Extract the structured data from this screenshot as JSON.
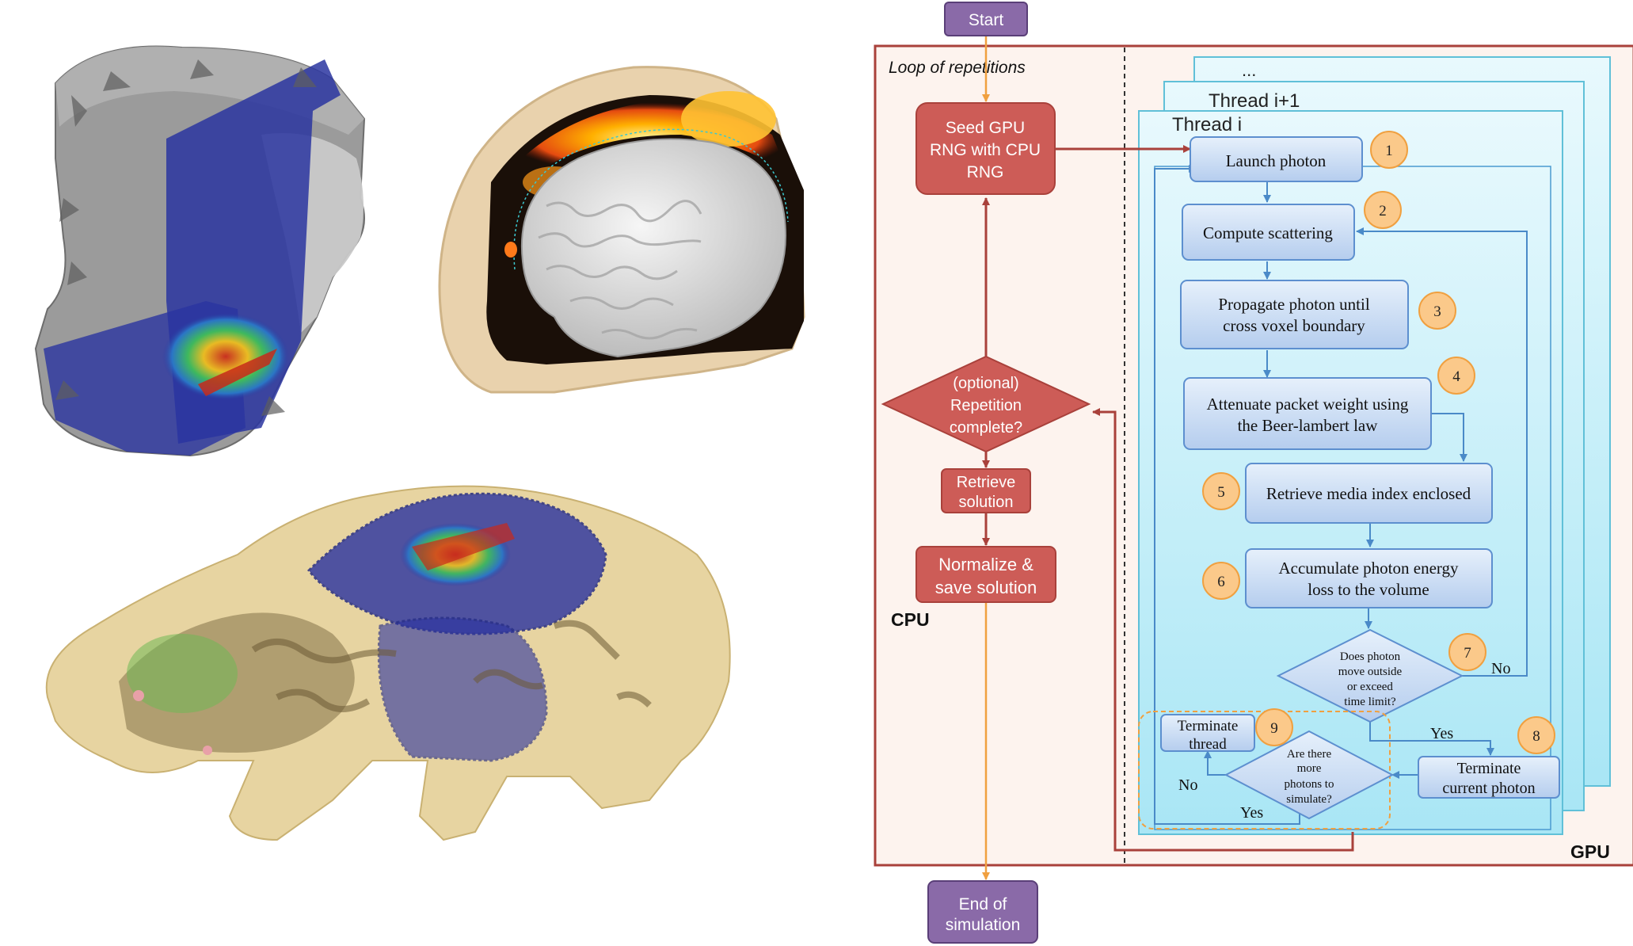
{
  "cpu": {
    "start": "Start",
    "end": [
      "End of",
      "simulation"
    ],
    "loop_label": "Loop of repetitions",
    "seed": [
      "Seed GPU",
      "RNG with CPU",
      "RNG"
    ],
    "repetition": [
      "(optional)",
      "Repetition",
      "complete?"
    ],
    "retrieve": [
      "Retrieve",
      "solution"
    ],
    "normalize": [
      "Normalize &",
      "save solution"
    ],
    "region_label": "CPU"
  },
  "gpu": {
    "region_label": "GPU",
    "thread_labels": [
      "...",
      "Thread i+1",
      "Thread i"
    ],
    "steps": {
      "launch": "Launch photon",
      "scatter": "Compute scattering",
      "propagate": [
        "Propagate photon until",
        "cross voxel boundary"
      ],
      "attenuate": [
        "Attenuate packet weight using",
        "the Beer-lambert law"
      ],
      "retrieve_media": "Retrieve media index enclosed",
      "accumulate": [
        "Accumulate photon energy",
        "loss to the volume"
      ],
      "outside_check": [
        "Does photon",
        "move outside",
        "or exceed",
        "time limit?"
      ],
      "terminate_photon": [
        "Terminate",
        "current photon"
      ],
      "more_photons": [
        "Are there",
        "more",
        "photons to",
        "simulate?"
      ],
      "terminate_thread": [
        "Terminate",
        "thread"
      ]
    },
    "step_numbers": [
      "1",
      "2",
      "3",
      "4",
      "5",
      "6",
      "7",
      "8",
      "9"
    ],
    "branch_labels": {
      "no_outside": "No",
      "yes_outside": "Yes",
      "no_more": "No",
      "yes_more": "Yes"
    }
  },
  "colors": {
    "red_box": "#cd5c57",
    "purple_box": "#8a6aa8",
    "blue_box": "#c8dcf4",
    "thread_fill": "#bdeef7",
    "orange_circle": "#fbc98a",
    "loop_border": "#a9413b",
    "orange_arrow": "#f0a040"
  },
  "images": [
    "head-phantom-render",
    "brain-cutaway-render",
    "mouse-atlas-render"
  ]
}
